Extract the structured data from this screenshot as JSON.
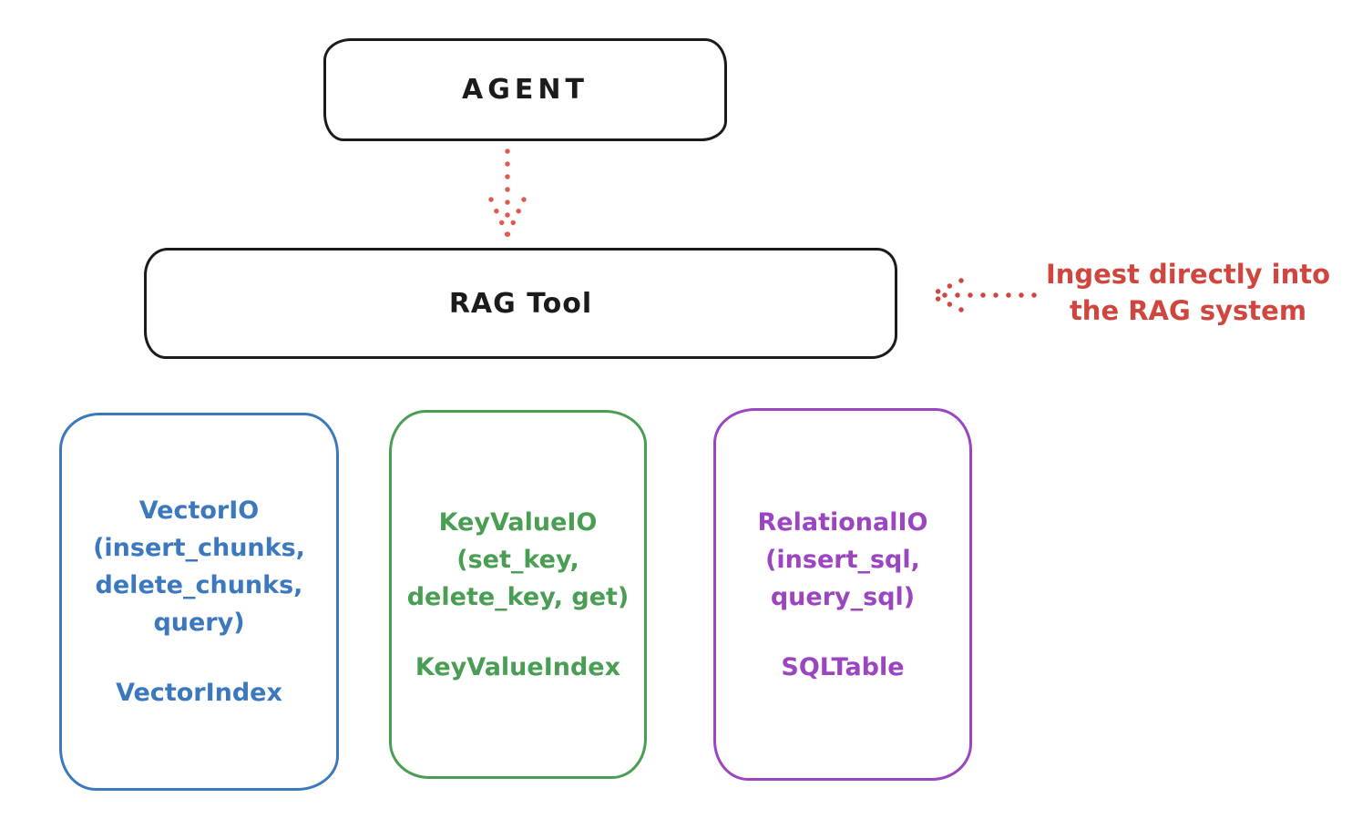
{
  "canvas": {
    "background": "#ffffff",
    "stroke_color": "#1b1b1b"
  },
  "nodes": {
    "agent": {
      "label": "AGENT"
    },
    "rag_tool": {
      "label": "RAG Tool"
    }
  },
  "annotation": {
    "line1": "Ingest directly into",
    "line2": "the RAG system",
    "color": "#d0463e"
  },
  "arrows": {
    "agent_to_rag": {
      "style": "dotted",
      "direction": "down",
      "color": "#e05a50"
    },
    "ingest_to_rag": {
      "style": "dotted",
      "direction": "left",
      "color": "#d0463e"
    }
  },
  "cards": [
    {
      "id": "vector-io",
      "color": "#3b78be",
      "title_lines": [
        "VectorIO",
        "(insert_chunks,",
        "delete_chunks,",
        "query)"
      ],
      "index_label": "VectorIndex"
    },
    {
      "id": "keyvalue-io",
      "color": "#4a9e53",
      "title_lines": [
        "KeyValueIO",
        "(set_key,",
        "delete_key, get)"
      ],
      "index_label": "KeyValueIndex"
    },
    {
      "id": "relational-io",
      "color": "#9b45c1",
      "title_lines": [
        "RelationalIO",
        "(insert_sql,",
        "query_sql)"
      ],
      "index_label": "SQLTable"
    }
  ]
}
